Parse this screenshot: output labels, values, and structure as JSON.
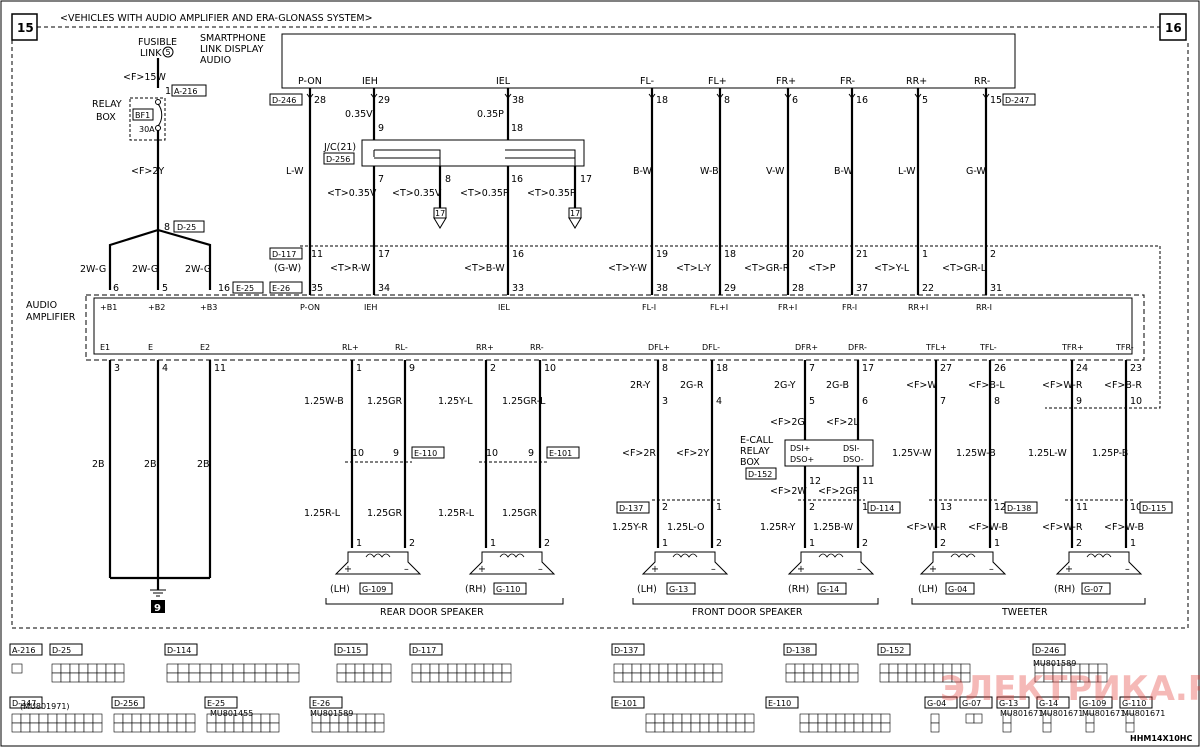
{
  "header": {
    "page_left": "15",
    "page_right": "16",
    "title": "<VEHICLES WITH AUDIO AMPLIFIER AND ERA-GLONASS SYSTEM>"
  },
  "code": "HHM14X10HC",
  "watermark": "ЭЛЕКТРИКА.RU",
  "fusible": {
    "label1": "FUSIBLE",
    "label2": "LINK",
    "num": "5",
    "wire": "<F>15W",
    "pin": "1",
    "conn": "A-216"
  },
  "relay_box": {
    "label1": "RELAY",
    "label2": "BOX",
    "fuse": "BF1",
    "amp": "30A"
  },
  "wire_2y": "<F>2Y",
  "splice": {
    "pin": "8",
    "conn": "D-25",
    "wires": [
      "2W-G",
      "2W-G",
      "2W-G"
    ],
    "conn2_pin": "16",
    "conn2": "E-25"
  },
  "smartphone": {
    "label1": "SMARTPHONE",
    "label2": "LINK DISPLAY",
    "label3": "AUDIO",
    "pins": [
      "P-ON",
      "IEH",
      "IEL",
      "FL-",
      "FL+",
      "FR+",
      "FR-",
      "RR+",
      "RR-"
    ]
  },
  "conn_d246": "D-246",
  "conn_d247": "D-247",
  "top_pins": [
    "28",
    "29",
    "38",
    "18",
    "8",
    "6",
    "16",
    "5",
    "15"
  ],
  "jc": {
    "label": "J/C(21)",
    "conn": "D-256",
    "pin9": "9",
    "pin18": "18",
    "pin7": "7",
    "pin8": "8",
    "pin16": "16",
    "pin17": "17",
    "w035v": "0.35V",
    "w035p": "0.35P",
    "t035v1": "<T>0.35V",
    "t035v2": "<T>0.35V",
    "t035p1": "<T>0.35P",
    "t035p2": "<T>0.35P",
    "gnd1": "17",
    "gnd2": "17"
  },
  "mid_wires": [
    "L-W",
    "B-W",
    "W-B",
    "V-W",
    "B-W",
    "L-W",
    "G-W"
  ],
  "d117": {
    "conn": "D-117",
    "pin": "11",
    "gw": "(G-W)",
    "e26": "E-26",
    "pin35": "35"
  },
  "mid_row2": [
    {
      "pin": "17",
      "wire": "<T>R-W",
      "pin2": "34"
    },
    {
      "pin": "16",
      "wire": "<T>B-W",
      "pin2": "33"
    },
    {
      "pin": "19",
      "wire": "<T>Y-W",
      "pin2": "38"
    },
    {
      "pin": "18",
      "wire": "<T>L-Y",
      "pin2": "29"
    },
    {
      "pin": "20",
      "wire": "<T>GR-R",
      "pin2": "28"
    },
    {
      "pin": "21",
      "wire": "<T>P",
      "pin2": "37"
    },
    {
      "pin": "1",
      "wire": "<T>Y-L",
      "pin2": "22"
    },
    {
      "pin": "2",
      "wire": "<T>GR-L",
      "pin2": "31"
    }
  ],
  "amp": {
    "label1": "AUDIO",
    "label2": "AMPLIFIER",
    "top_pins": [
      "+B1",
      "+B2",
      "+B3",
      "P-ON",
      "IEH",
      "IEL",
      "FL-I",
      "FL+I",
      "FR+I",
      "FR-I",
      "RR+I",
      "RR-I"
    ],
    "b_pins": [
      "6",
      "5"
    ],
    "bottom_pins": [
      "E1",
      "E",
      "E2",
      "RL+",
      "RL-",
      "RR+",
      "RR-",
      "DFL+",
      "DFL-",
      "DFR+",
      "DFR-",
      "TFL+",
      "TFL-",
      "TFR+",
      "TFR-"
    ]
  },
  "bottom_nums": [
    "3",
    "4",
    "11",
    "1",
    "9",
    "2",
    "10",
    "8",
    "18",
    "7",
    "17",
    "27",
    "26",
    "24",
    "23"
  ],
  "ground_wires": [
    "2B",
    "2B",
    "2B"
  ],
  "ground_num": "9",
  "rear": {
    "label": "REAR DOOR SPEAKER",
    "wires_top": [
      "1.25W-B",
      "1.25GR",
      "1.25Y-L",
      "1.25GR-L"
    ],
    "mid_pins_l": [
      "10",
      "9"
    ],
    "conn_l": "E-110",
    "mid_pins_r": [
      "10",
      "9"
    ],
    "conn_r": "E-101",
    "wires_bot": [
      "1.25R-L",
      "1.25GR",
      "1.25R-L",
      "1.25GR"
    ],
    "spk_pins": [
      "1",
      "2",
      "1",
      "2"
    ],
    "lh": "(LH)",
    "lh_conn": "G-109",
    "rh": "(RH)",
    "rh_conn": "G-110"
  },
  "front": {
    "label": "FRONT DOOR SPEAKER",
    "wires_a": [
      "2R-Y",
      "2G-R"
    ],
    "pins_a": [
      "3",
      "4"
    ],
    "wires_b": [
      "<F>2R",
      "<F>2Y"
    ],
    "conn_l": "D-137",
    "pins_c": [
      "2",
      "1"
    ],
    "wires_c": [
      "1.25Y-R",
      "1.25L-O"
    ],
    "spk_pins": [
      "1",
      "2"
    ],
    "lh": "(LH)",
    "lh_conn": "G-13",
    "wires_a2": [
      "2G-Y",
      "2G-B"
    ],
    "pins_a2": [
      "5",
      "6"
    ],
    "wires_b2": [
      "<F>2G",
      "<F>2L"
    ],
    "ecall": {
      "l1": "E-CALL",
      "l2": "RELAY",
      "l3": "BOX",
      "dsi_p": "DSI+",
      "dsi_m": "DSI-",
      "dso_p": "DSO+",
      "dso_m": "DSO-",
      "conn": "D-152"
    },
    "pins_d": [
      "12",
      "11"
    ],
    "wires_d": [
      "<F>2W",
      "<F>2GR"
    ],
    "pins_e": [
      "2",
      "1"
    ],
    "conn_r": "D-114",
    "wires_e": [
      "1.25R-Y",
      "1.25B-W"
    ],
    "spk_pins2": [
      "1",
      "2"
    ],
    "rh": "(RH)",
    "rh_conn": "G-14"
  },
  "tweeter": {
    "label": "TWEETER",
    "wires_a": [
      "<F>W",
      "<F>B-L",
      "<F>W-R",
      "<F>B-R"
    ],
    "pins_a": [
      "7",
      "8",
      "9",
      "10"
    ],
    "wires_b": [
      "1.25V-W",
      "1.25W-B",
      "1.25L-W",
      "1.25P-B"
    ],
    "pins_b": [
      "13",
      "12",
      "11",
      "10"
    ],
    "conn_l": "D-138",
    "conn_r": "D-115",
    "wires_c": [
      "<F>W-R",
      "<F>W-B",
      "<F>W-R",
      "<F>W-B"
    ],
    "spk_pins": [
      "2",
      "1",
      "2",
      "1"
    ],
    "lh": "(LH)",
    "lh_conn": "G-04",
    "rh": "(RH)",
    "rh_conn": "G-07"
  },
  "legend": {
    "row1": [
      "A-216",
      "D-25",
      "D-114",
      "D-115",
      "D-117",
      "D-137",
      "D-138",
      "D-152",
      "D-246"
    ],
    "row2": [
      "D-247",
      "D-256",
      "E-25",
      "E-26",
      "E-101",
      "E-110",
      "G-04",
      "G-07",
      "G-13",
      "G-14",
      "G-109",
      "G-110"
    ],
    "parts": [
      "(MU801971)",
      "MU801455",
      "MU801589",
      "MU801589",
      "MU801671",
      "MU801671",
      "MU801671",
      "MU801671"
    ]
  }
}
